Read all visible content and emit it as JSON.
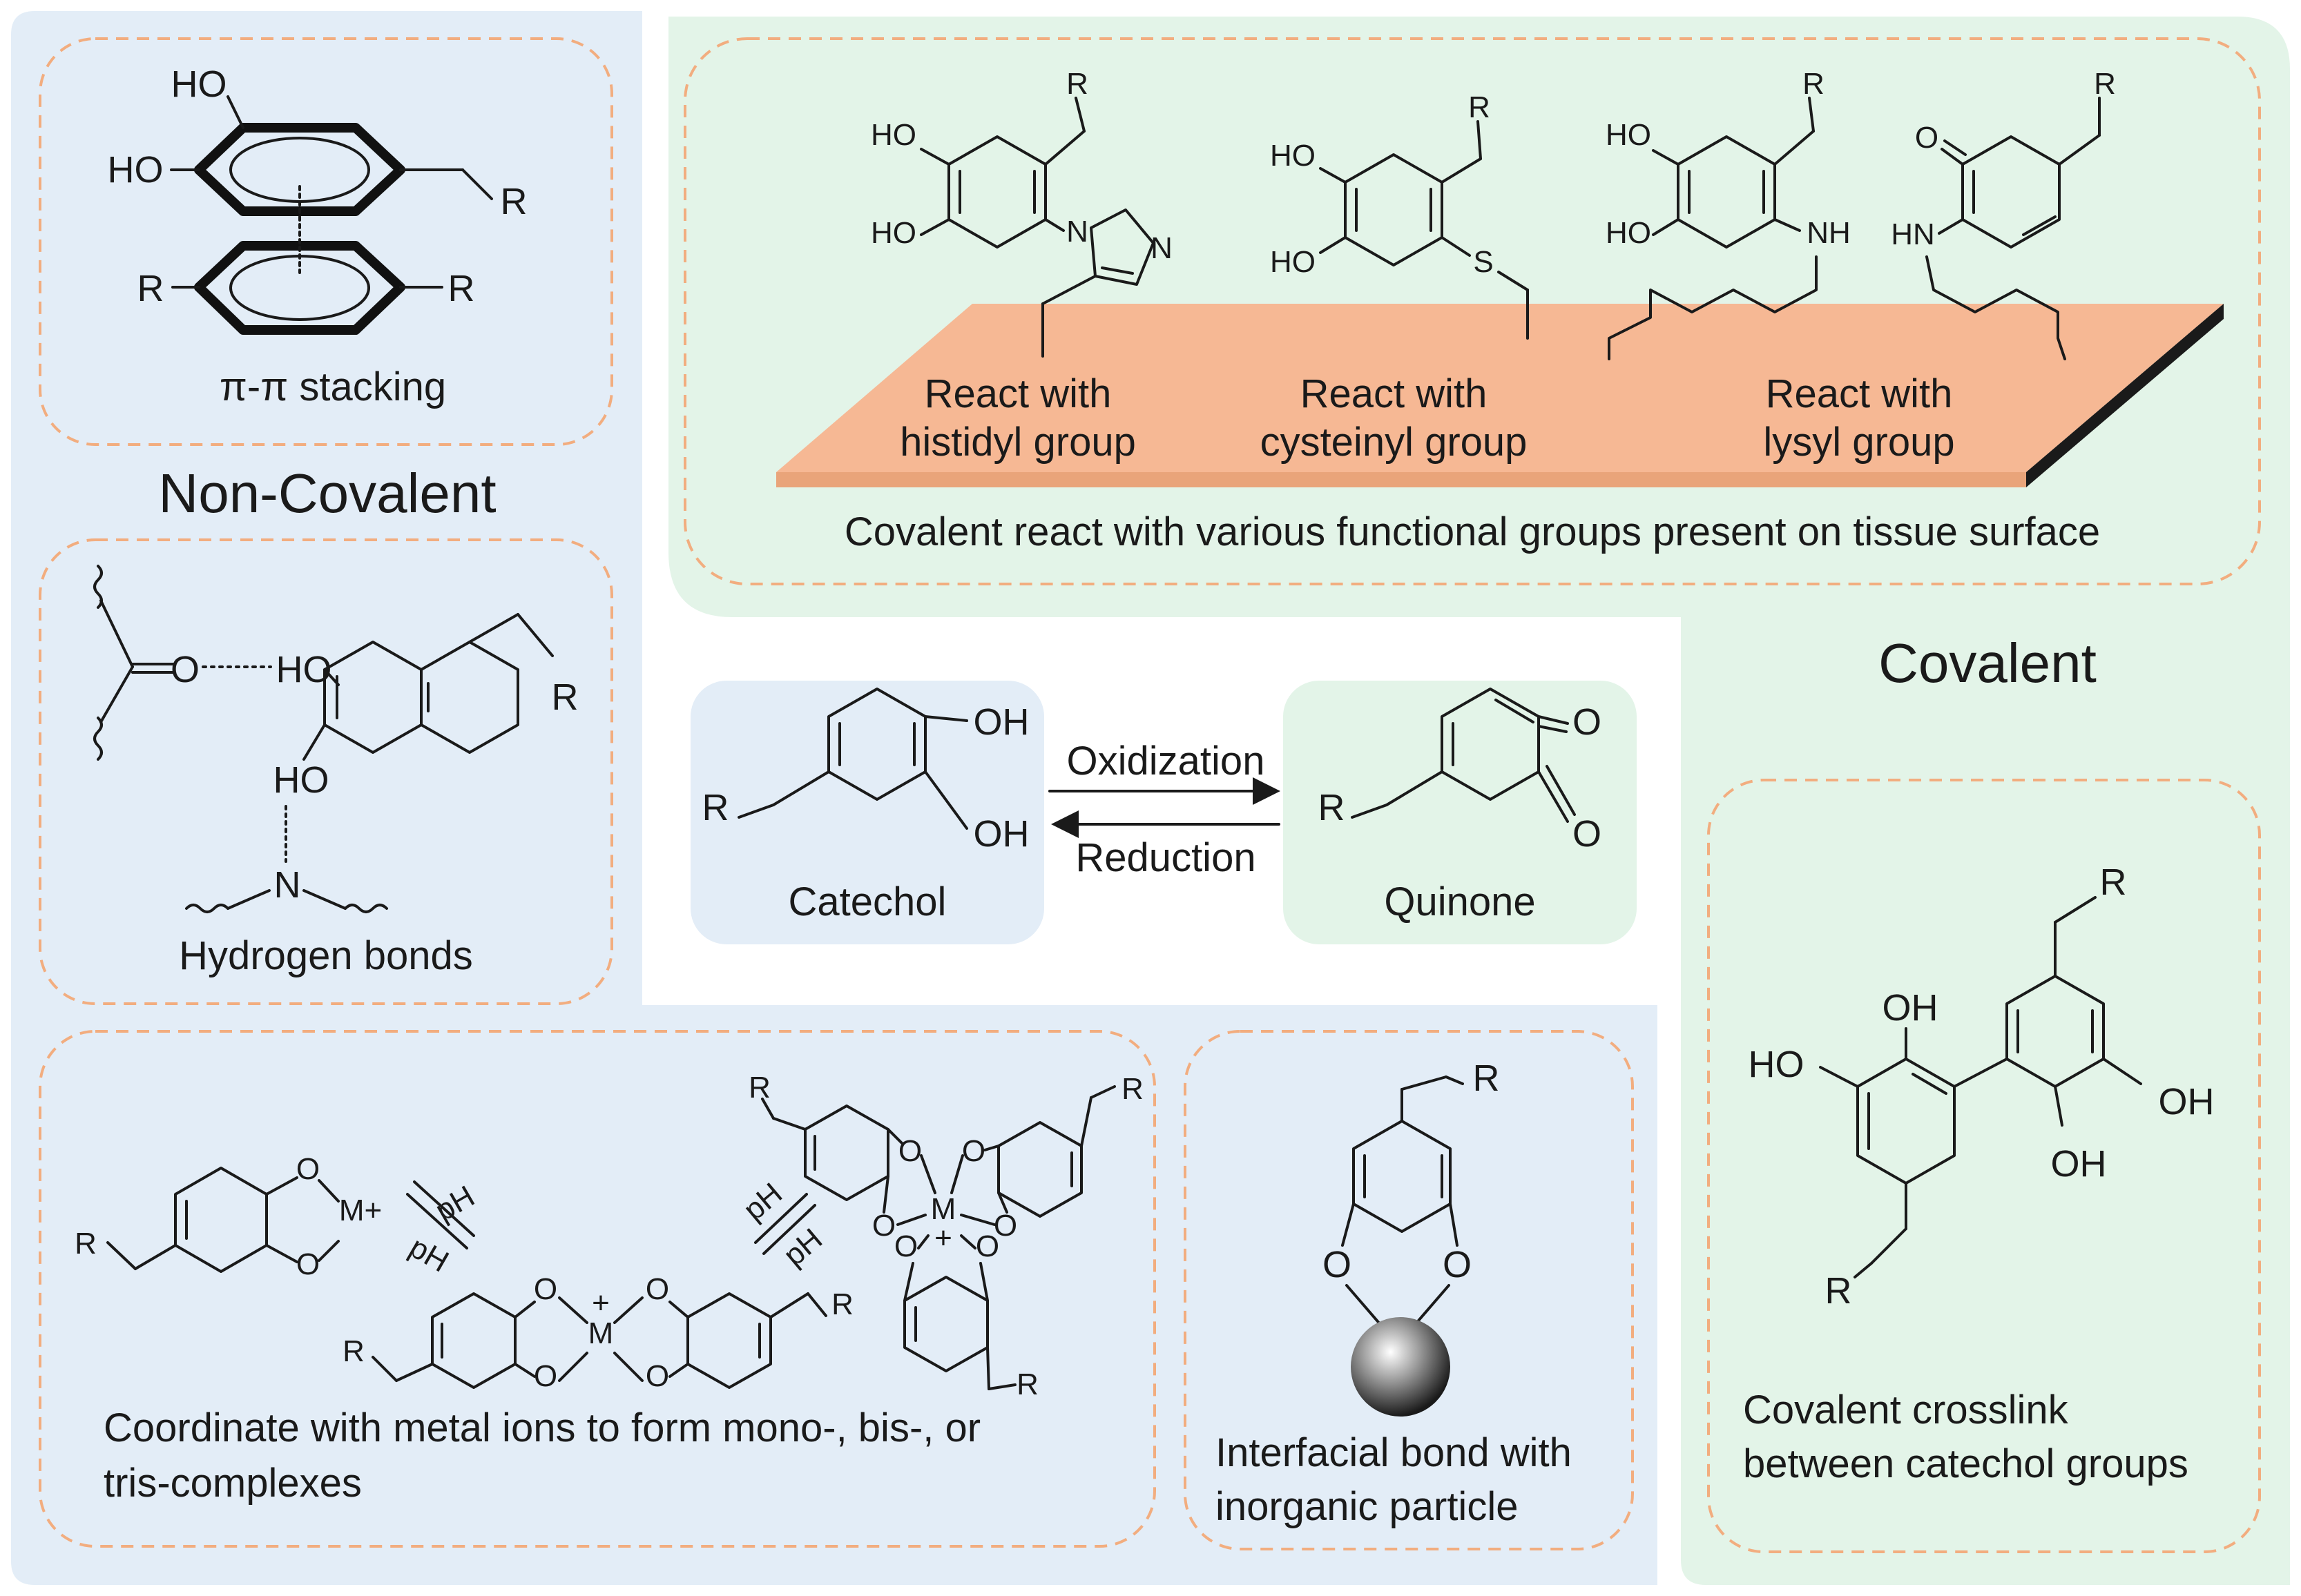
{
  "colors": {
    "noncovalent_bg": "#e3edf7",
    "covalent_bg": "#e3f4e8",
    "dashed_border": "#f2ad7f",
    "tissue_surface": "#f6b894",
    "tissue_edge": "#1a1a1a"
  },
  "sections": {
    "noncovalent_title": "Non-Covalent",
    "covalent_title": "Covalent"
  },
  "pi_stacking": {
    "caption": "π-π stacking"
  },
  "hydrogen_bonds": {
    "caption": "Hydrogen bonds"
  },
  "metal": {
    "caption_line1": "Coordinate with metal ions to form mono-, bis-, or",
    "caption_line2": "tris-complexes"
  },
  "interfacial": {
    "caption_line1": "Interfacial bond with",
    "caption_line2": "inorganic particle"
  },
  "redox": {
    "catechol": "Catechol",
    "quinone": "Quinone",
    "oxidization": "Oxidization",
    "reduction": "Reduction"
  },
  "tissue": {
    "histidyl_line1": "React with",
    "histidyl_line2": "histidyl group",
    "cysteinyl_line1": "React with",
    "cysteinyl_line2": "cysteinyl group",
    "lysyl_line1": "React with",
    "lysyl_line2": "lysyl group",
    "caption": "Covalent react with various functional groups present on tissue surface"
  },
  "crosslink": {
    "caption_line1": "Covalent crosslink",
    "caption_line2": "between catechol groups"
  },
  "atoms": {
    "HO": "HO",
    "OH": "OH",
    "R": "R",
    "O": "O",
    "N": "N",
    "S": "S",
    "NH": "NH",
    "HN": "HN",
    "H": "H",
    "M_plus": "M+",
    "M": "M",
    "plus": "+",
    "pH": "pH"
  }
}
